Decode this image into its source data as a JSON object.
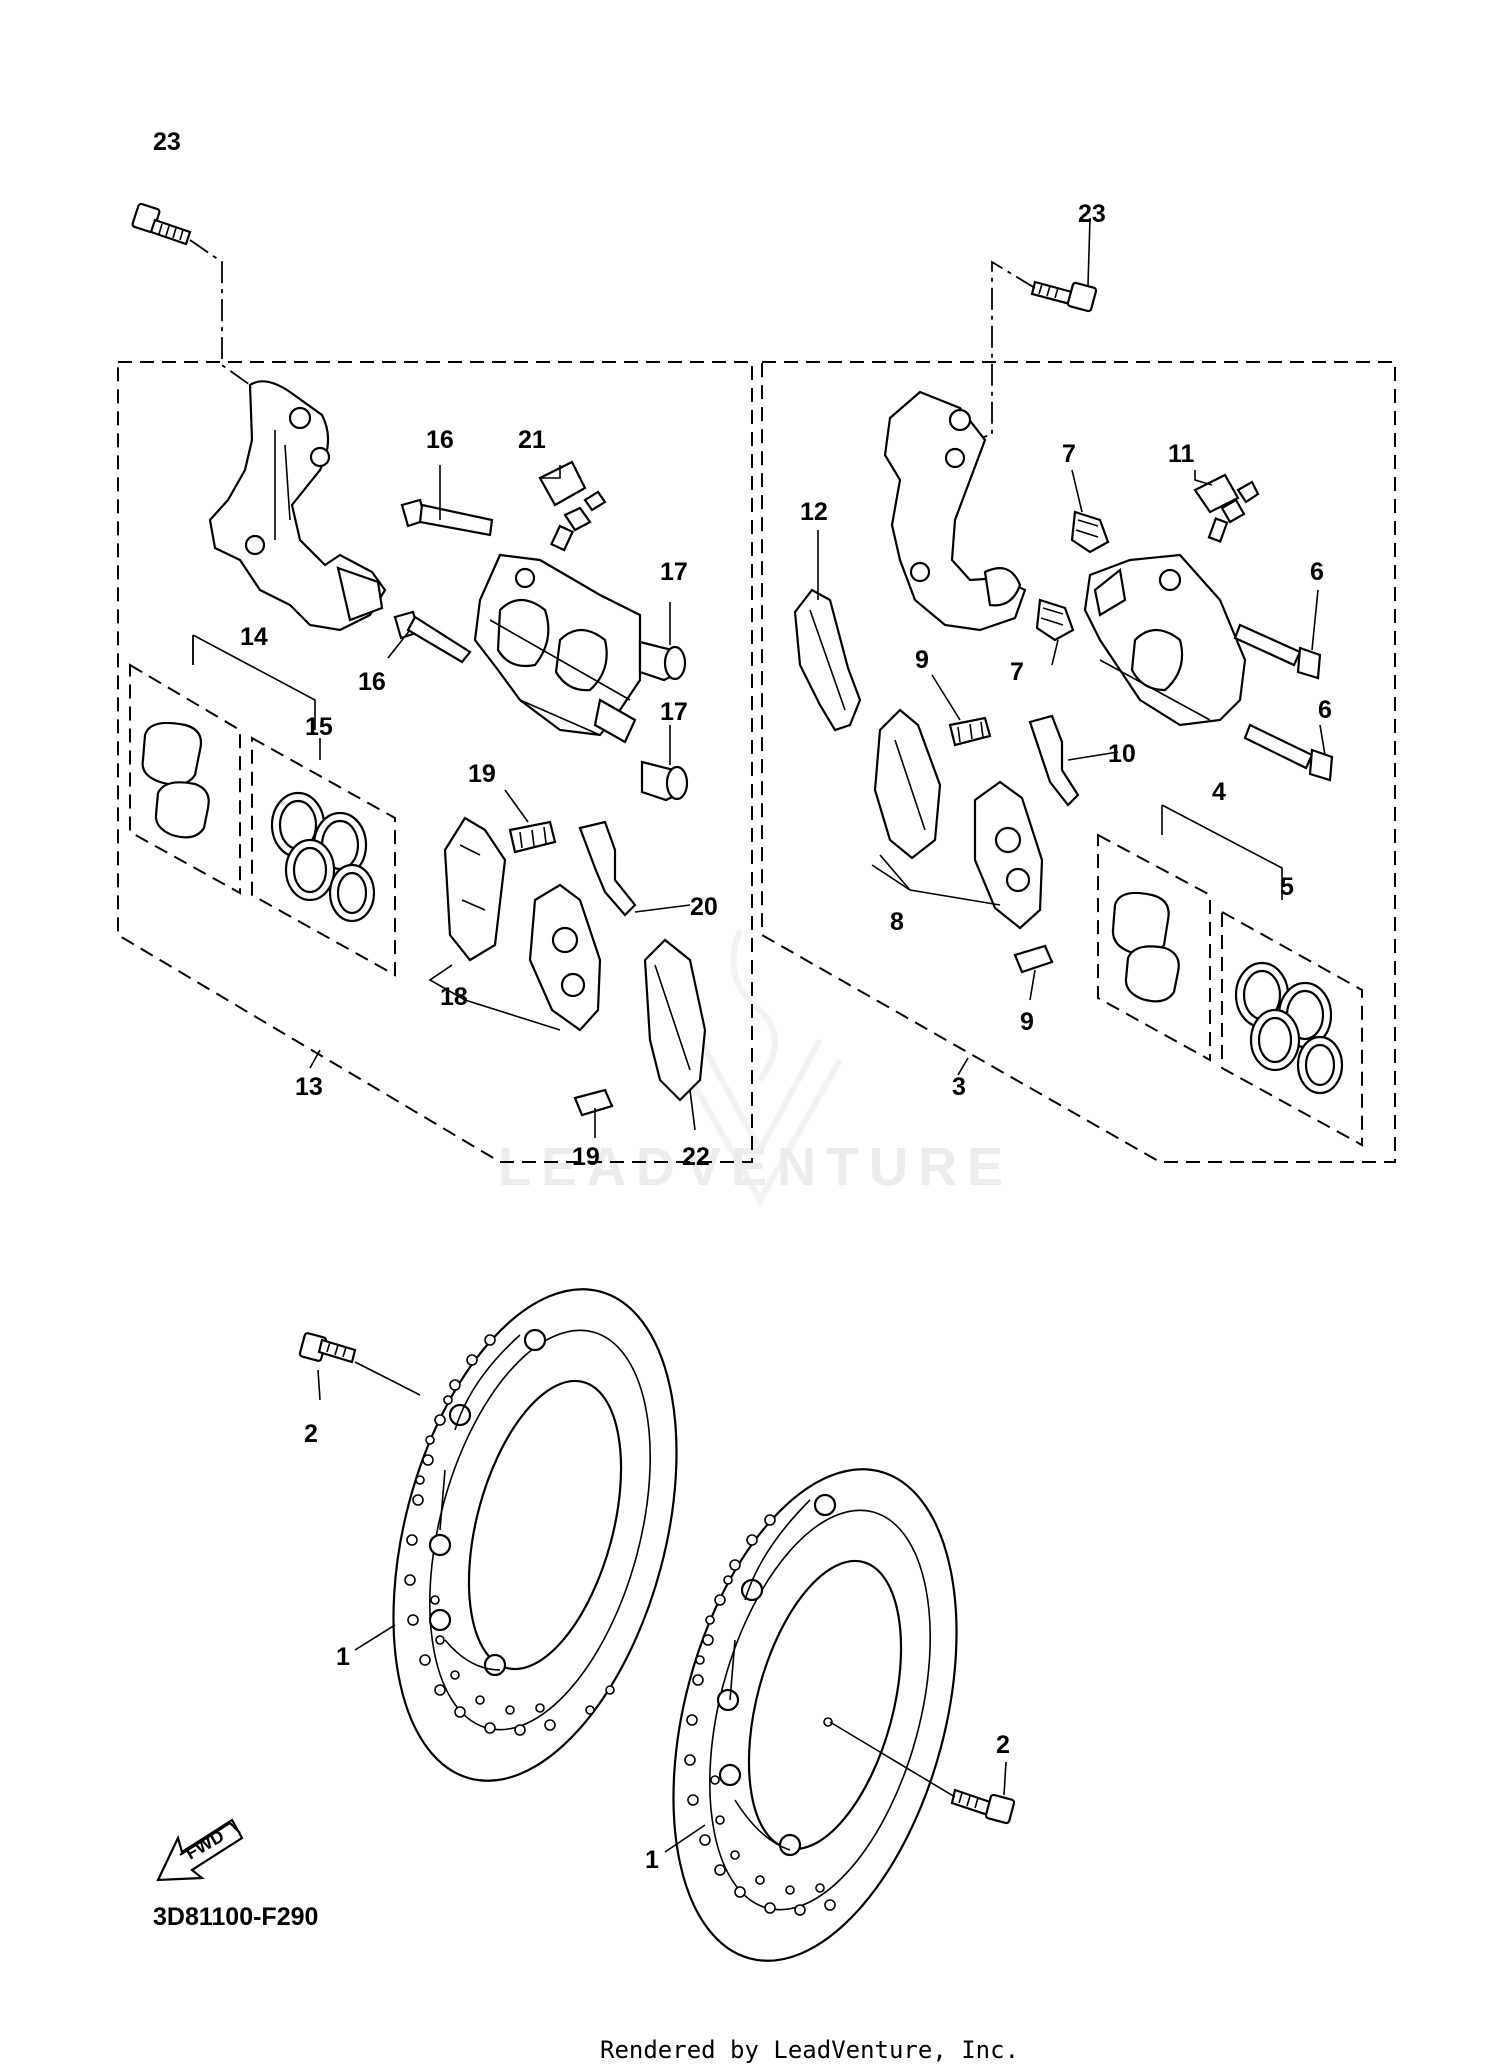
{
  "diagram": {
    "callouts": {
      "c1a": "1",
      "c1b": "1",
      "c2a": "2",
      "c2b": "2",
      "c3": "3",
      "c4": "4",
      "c5": "5",
      "c6a": "6",
      "c6b": "6",
      "c7a": "7",
      "c7b": "7",
      "c8": "8",
      "c9a": "9",
      "c9b": "9",
      "c10": "10",
      "c11": "11",
      "c12": "12",
      "c13": "13",
      "c14": "14",
      "c15": "15",
      "c16a": "16",
      "c16b": "16",
      "c17a": "17",
      "c17b": "17",
      "c18": "18",
      "c19a": "19",
      "c19b": "19",
      "c20": "20",
      "c21": "21",
      "c22": "22",
      "c23a": "23",
      "c23b": "23"
    },
    "fwd_label": "FWD",
    "diagram_code": "3D81100-F290",
    "watermark": "LEADVENTURE",
    "footer": "Rendered by LeadVenture, Inc."
  }
}
